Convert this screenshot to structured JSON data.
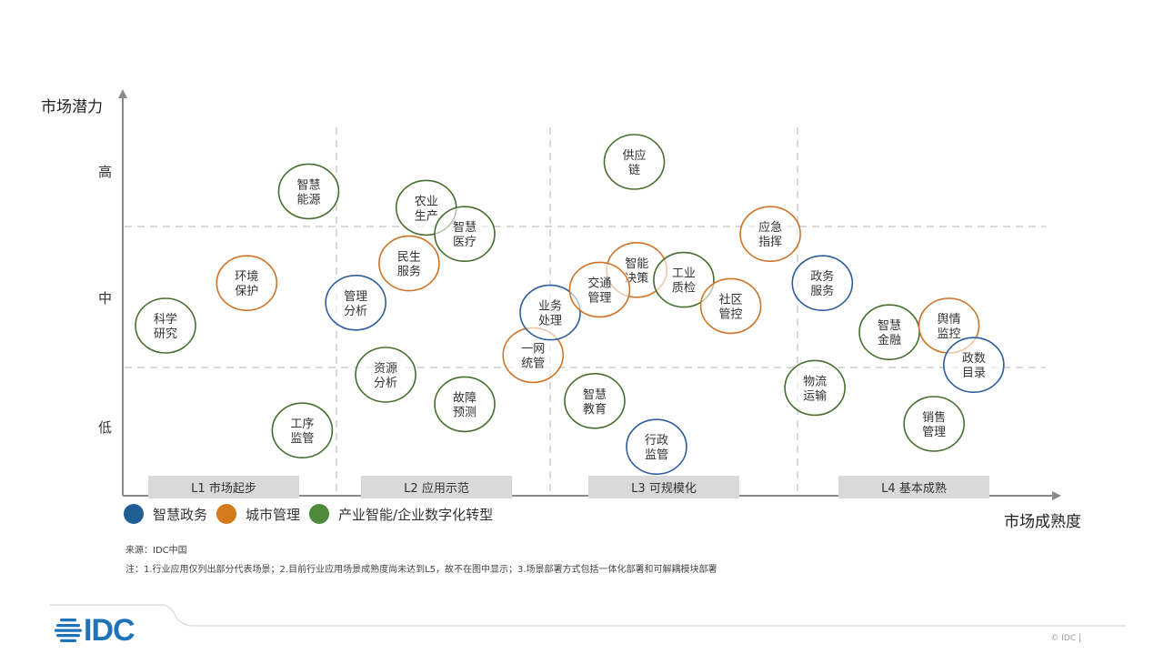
{
  "chart_data": {
    "type": "scatter",
    "xlabel": "市场成熟度",
    "ylabel": "市场潜力",
    "y_ticks": [
      "高",
      "中",
      "低"
    ],
    "stages": [
      "L1 市场起步",
      "L2 应用示范",
      "L3 可规模化",
      "L4 基本成熟"
    ],
    "legend": [
      {
        "name": "智慧政务",
        "color": "#1f5f96"
      },
      {
        "name": "城市管理",
        "color": "#d47a1c"
      },
      {
        "name": "产业智能/企业数字化转型",
        "color": "#4e8a3a"
      }
    ],
    "colors": {
      "gov": "#2e5d9c",
      "city": "#cf7428",
      "industry": "#466f2f"
    },
    "points": [
      {
        "label": [
          "智慧",
          "能源"
        ],
        "category": "industry",
        "x": 0.87,
        "y": 0.86
      },
      {
        "label": [
          "环境",
          "保护"
        ],
        "category": "city",
        "x": 0.58,
        "y": 0.58
      },
      {
        "label": [
          "科学",
          "研究"
        ],
        "category": "industry",
        "x": 0.2,
        "y": 0.45
      },
      {
        "label": [
          "管理",
          "分析"
        ],
        "category": "gov",
        "x": 1.09,
        "y": 0.52
      },
      {
        "label": [
          "工序",
          "监管"
        ],
        "category": "industry",
        "x": 0.84,
        "y": 0.13
      },
      {
        "label": [
          "农业",
          "生产"
        ],
        "category": "industry",
        "x": 1.42,
        "y": 0.81
      },
      {
        "label": [
          "智慧",
          "医疗"
        ],
        "category": "industry",
        "x": 1.6,
        "y": 0.73
      },
      {
        "label": [
          "民生",
          "服务"
        ],
        "category": "city",
        "x": 1.34,
        "y": 0.64
      },
      {
        "label": [
          "资源",
          "分析"
        ],
        "category": "industry",
        "x": 1.23,
        "y": 0.3
      },
      {
        "label": [
          "故障",
          "预测"
        ],
        "category": "industry",
        "x": 1.6,
        "y": 0.21
      },
      {
        "label": [
          "一网",
          "统管"
        ],
        "category": "city",
        "x": 1.92,
        "y": 0.36
      },
      {
        "label": [
          "业务",
          "处理"
        ],
        "category": "gov",
        "x": 2.0,
        "y": 0.49
      },
      {
        "label": [
          "供应",
          "链"
        ],
        "category": "industry",
        "x": 2.34,
        "y": 0.95
      },
      {
        "label": [
          "智能",
          "决策"
        ],
        "category": "city",
        "x": 2.35,
        "y": 0.62
      },
      {
        "label": [
          "交通",
          "管理"
        ],
        "category": "city",
        "x": 2.2,
        "y": 0.56
      },
      {
        "label": [
          "工业",
          "质检"
        ],
        "category": "industry",
        "x": 2.54,
        "y": 0.59
      },
      {
        "label": [
          "应急",
          "指挥"
        ],
        "category": "city",
        "x": 2.89,
        "y": 0.73
      },
      {
        "label": [
          "社区",
          "管控"
        ],
        "category": "city",
        "x": 2.73,
        "y": 0.51
      },
      {
        "label": [
          "智慧",
          "教育"
        ],
        "category": "industry",
        "x": 2.18,
        "y": 0.22
      },
      {
        "label": [
          "行政",
          "监管"
        ],
        "category": "gov",
        "x": 2.43,
        "y": 0.08
      },
      {
        "label": [
          "政务",
          "服务"
        ],
        "category": "gov",
        "x": 3.1,
        "y": 0.58
      },
      {
        "label": [
          "物流",
          "运输"
        ],
        "category": "industry",
        "x": 3.07,
        "y": 0.26
      },
      {
        "label": [
          "智慧",
          "金融"
        ],
        "category": "industry",
        "x": 3.37,
        "y": 0.43
      },
      {
        "label": [
          "舆情",
          "监控"
        ],
        "category": "city",
        "x": 3.61,
        "y": 0.45
      },
      {
        "label": [
          "政数",
          "目录"
        ],
        "category": "gov",
        "x": 3.71,
        "y": 0.33
      },
      {
        "label": [
          "销售",
          "管理"
        ],
        "category": "industry",
        "x": 3.55,
        "y": 0.15
      }
    ]
  },
  "notes": {
    "source": "来源：IDC中国",
    "footnote": "注：1.行业应用仅列出部分代表场景；2.目前行业应用场景成熟度尚未达到L5，故不在图中显示；3.场景部署方式包括一体化部署和可解耦模块部署"
  },
  "brand": {
    "logo_text": "IDC",
    "copyright": "© IDC |",
    "accent": "#1e73b8"
  }
}
